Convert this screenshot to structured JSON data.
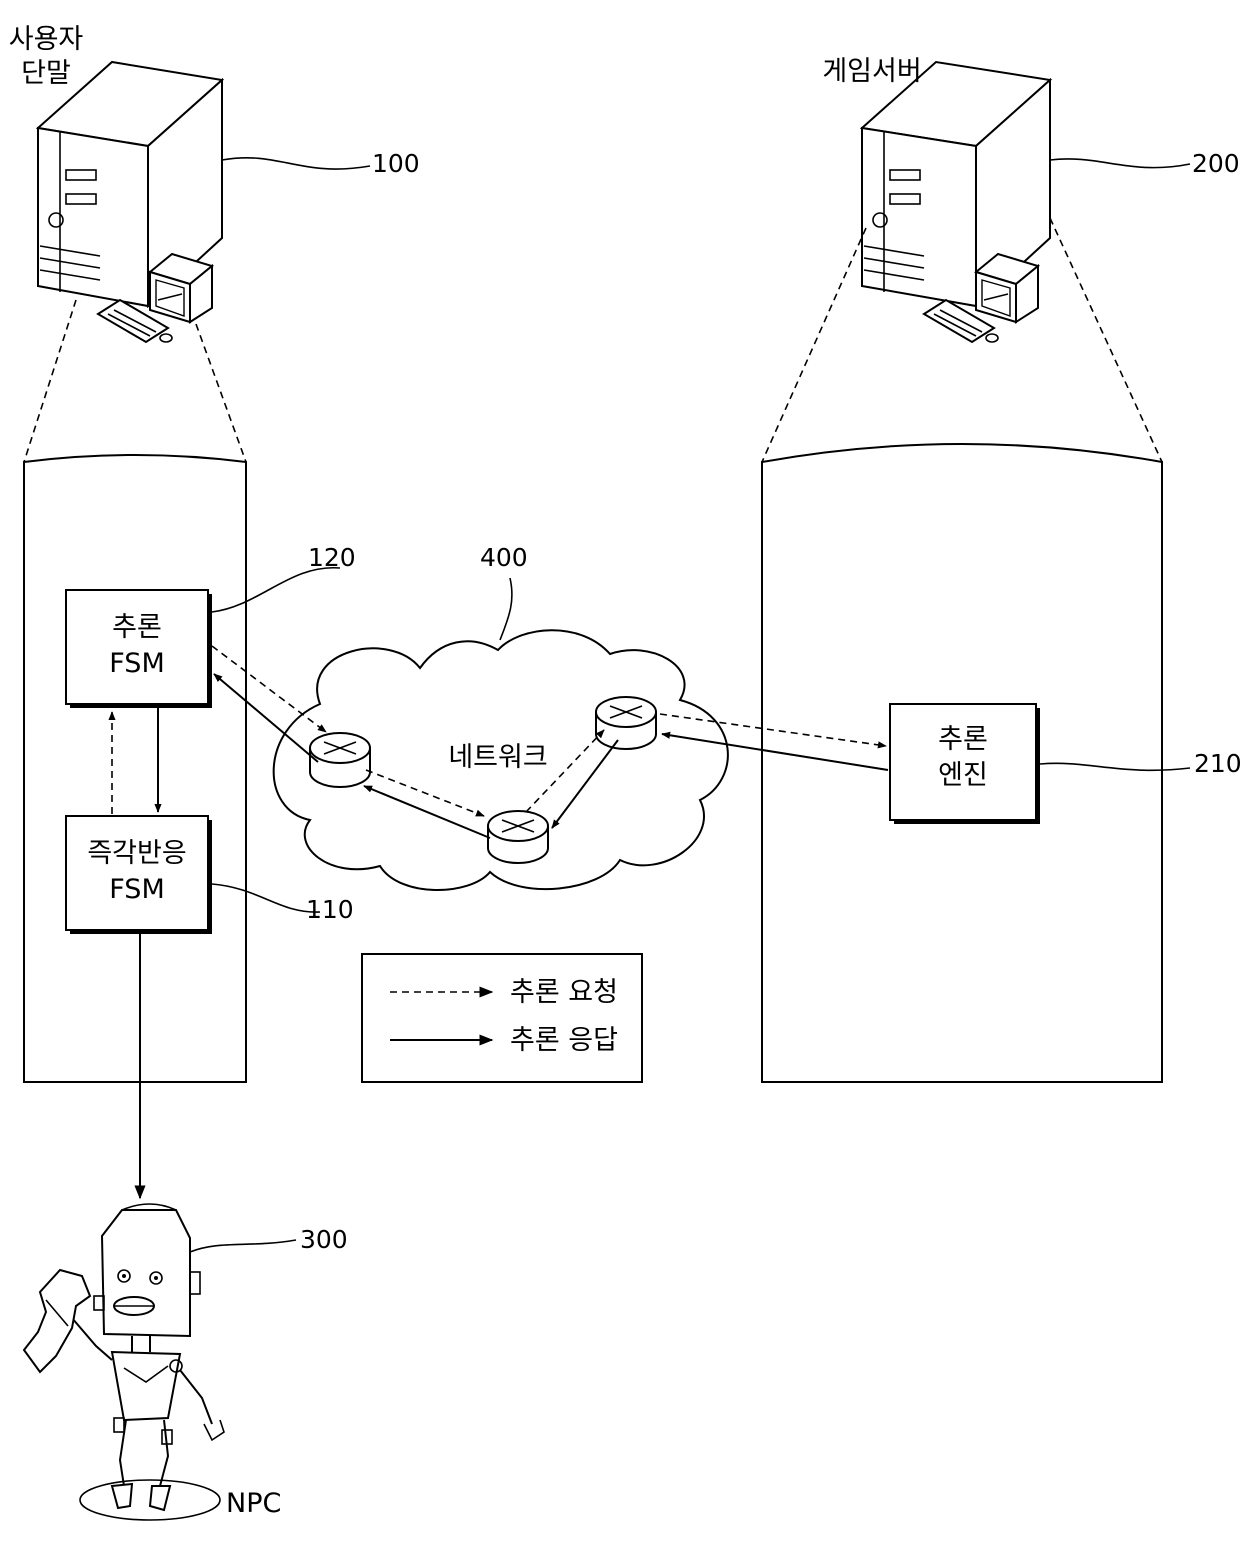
{
  "labels": {
    "user_terminal_line1": "사용자",
    "user_terminal_line2": "단말",
    "game_server": "게임서버",
    "network": "네트워크",
    "npc": "NPC"
  },
  "refs": {
    "user_terminal": "100",
    "game_server": "200",
    "inference_fsm": "120",
    "reaction_fsm": "110",
    "network": "400",
    "inference_engine": "210",
    "npc": "300"
  },
  "boxes": {
    "inference_fsm": {
      "line1": "추론",
      "line2": "FSM"
    },
    "reaction_fsm": {
      "line1": "즉각반응",
      "line2": "FSM"
    },
    "inference_engine": {
      "line1": "추론",
      "line2": "엔진"
    }
  },
  "legend": {
    "request": "추론 요청",
    "response": "추론 응답"
  }
}
